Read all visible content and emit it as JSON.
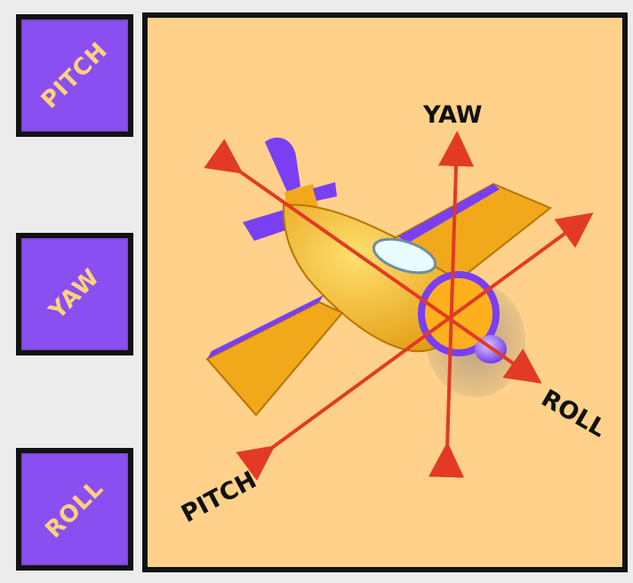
{
  "sidebar": {
    "items": [
      {
        "label": "PITCH"
      },
      {
        "label": "YAW"
      },
      {
        "label": "ROLL"
      }
    ]
  },
  "diagram": {
    "labels": {
      "yaw": "YAW",
      "roll": "ROLL",
      "pitch": "PITCH"
    }
  },
  "colors": {
    "background": "#ececec",
    "panel": "#ffd18a",
    "button": "#8a4ff0",
    "button_text": "#ffd27a",
    "airplane_orange": "#f2a81b",
    "airplane_purple": "#7a3ff2",
    "axis_red": "#e23a24",
    "border_black": "#121212"
  }
}
